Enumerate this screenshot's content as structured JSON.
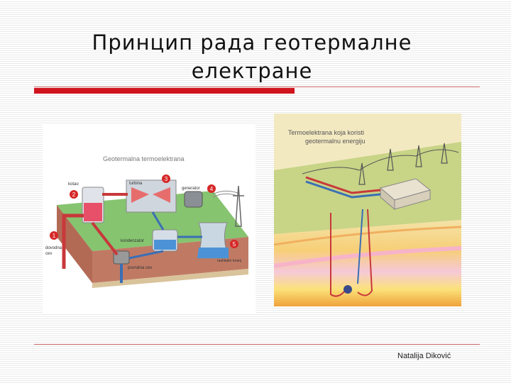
{
  "slide": {
    "title": "Принцип рада геотермалне електране",
    "footer": "Natalija Diković"
  },
  "diagram1": {
    "heading": "Geotermalna termoelektrana",
    "labels": {
      "kotao": "kotao",
      "turbina": "turbina",
      "generator": "generator",
      "kondenzator": "kondenzator",
      "dovodna_cev": [
        "dovodna",
        "cev"
      ],
      "povratna_cev": "povratna cev",
      "rashladni_toranj": "rashladni toranj"
    },
    "markers": [
      "1",
      "2",
      "3",
      "4",
      "5"
    ]
  },
  "diagram2": {
    "heading": [
      "Termoelektrana koja koristi",
      "geotermalnu energiju"
    ]
  },
  "colors": {
    "accent_red": "#d0141e",
    "marker_red": "#d62828",
    "ground_green": "#7fc16b",
    "pipe_red": "#c8383a",
    "pipe_blue": "#3a6fb5"
  }
}
